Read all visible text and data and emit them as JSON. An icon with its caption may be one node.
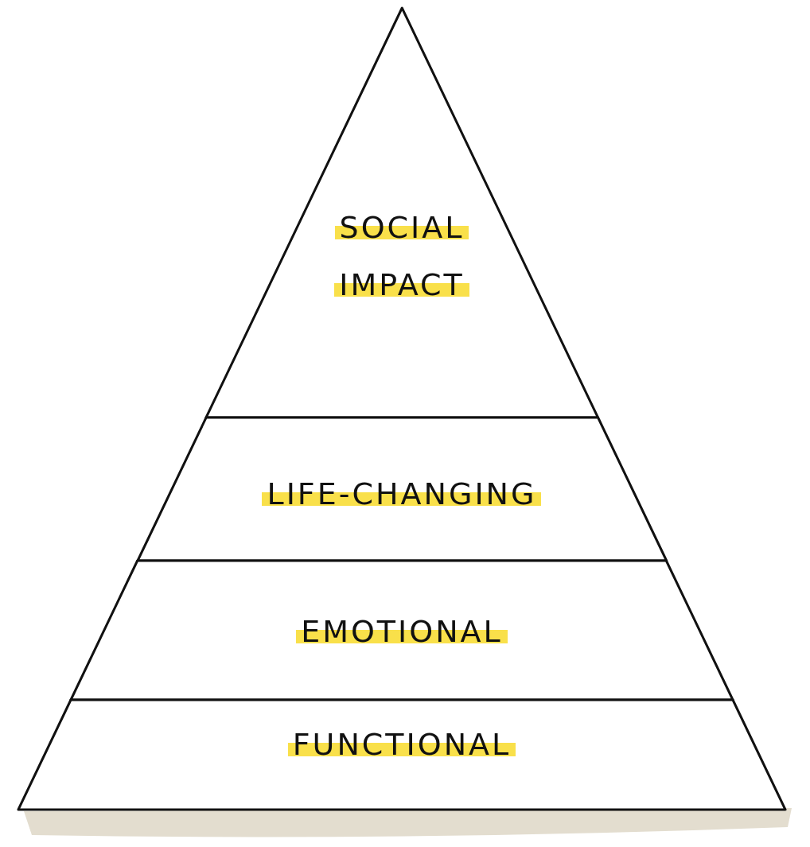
{
  "diagram": {
    "nodes": [
      {
        "text": [
          "SOCIAL IMPACT"
        ]
      },
      {
        "text": [
          "LIFE-CHANGING"
        ]
      },
      {
        "text": [
          "EMOTIONAL"
        ]
      },
      {
        "text": [
          "FUNCTIONAL"
        ]
      }
    ]
  }
}
